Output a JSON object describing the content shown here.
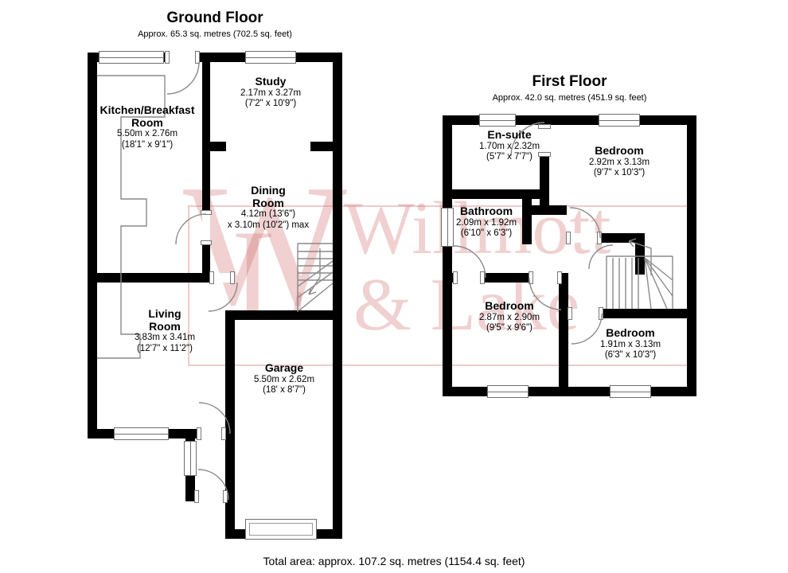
{
  "ground": {
    "title": "Ground Floor",
    "subtitle": "Approx. 65.3 sq. metres (702.5 sq. feet)",
    "rooms": {
      "kitchen": {
        "name": "Kitchen/Breakfast Room",
        "metric": "5.50m x 2.76m",
        "imperial": "(18'1\" x 9'1\")"
      },
      "study": {
        "name": "Study",
        "metric": "2.17m x 3.27m",
        "imperial": "(7'2\" x 10'9\")"
      },
      "dining": {
        "name": "Dining Room",
        "metric": "4.12m (13'6\")",
        "imperial": "x 3.10m (10'2\") max"
      },
      "living": {
        "name": "Living Room",
        "metric": "3.83m x 3.41m",
        "imperial": "(12'7\" x 11'2\")"
      },
      "garage": {
        "name": "Garage",
        "metric": "5.50m x 2.62m",
        "imperial": "(18' x 8'7\")"
      }
    }
  },
  "first": {
    "title": "First Floor",
    "subtitle": "Approx. 42.0 sq. metres (451.9 sq. feet)",
    "rooms": {
      "ensuite": {
        "name": "En-suite",
        "metric": "1.70m x 2.32m",
        "imperial": "(5'7\" x 7'7\")"
      },
      "bedroom_tr": {
        "name": "Bedroom",
        "metric": "2.92m x 3.13m",
        "imperial": "(9'7\" x 10'3\")"
      },
      "bathroom": {
        "name": "Bathroom",
        "metric": "2.09m x 1.92m",
        "imperial": "(6'10\" x 6'3\")"
      },
      "bedroom_bl": {
        "name": "Bedroom",
        "metric": "2.87m x 2.90m",
        "imperial": "(9'5\" x 9'6\")"
      },
      "bedroom_br": {
        "name": "Bedroom",
        "metric": "1.91m x 3.13m",
        "imperial": "(6'3\" x 10'3\")"
      }
    }
  },
  "footer": {
    "total_area": "Total area: approx. 107.2 sq. metres (1154.4 sq. feet)"
  },
  "watermark": {
    "monogram_w": "W",
    "monogram_l": "L",
    "text1": "Willmott",
    "text2": "& Lake"
  },
  "colors": {
    "wall": "#000000",
    "thin_line": "#8a8a8a",
    "watermark_pink": "#e9b7b7"
  }
}
